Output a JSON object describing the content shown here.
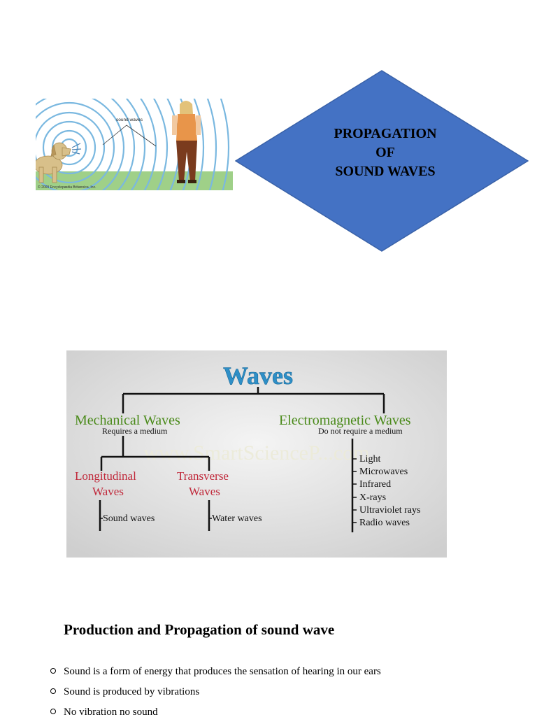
{
  "illustration": {
    "label": "sound waves",
    "copyright": "© 2009 Encyclopædia Britannica, Inc."
  },
  "title_shape": {
    "lines": [
      "PROPAGATION",
      "OF",
      "SOUND WAVES"
    ],
    "fill_color": "#4472C4"
  },
  "diagram": {
    "root": "Waves",
    "watermark": "www.SmartScienceP...com",
    "mechanical": {
      "title": "Mechanical Waves",
      "subtitle": "Requires a medium",
      "longitudinal": {
        "line1": "Longitudinal",
        "line2": "Waves",
        "example": "Sound waves"
      },
      "transverse": {
        "line1": "Transverse",
        "line2": "Waves",
        "example": "Water waves"
      }
    },
    "electromagnetic": {
      "title": "Electromagnetic Waves",
      "subtitle": "Do not require a medium",
      "examples": [
        "Light",
        "Microwaves",
        "Infrared",
        "X-rays",
        "Ultraviolet rays",
        "Radio waves"
      ]
    },
    "colors": {
      "root": "#2e8fc7",
      "category": "#4a8a1a",
      "subtype": "#c0283a"
    }
  },
  "section": {
    "title": "Production and Propagation of sound wave",
    "bullets": [
      "Sound is a form of energy that produces the sensation of hearing in our ears",
      "Sound is produced by vibrations",
      "No vibration no sound"
    ]
  }
}
